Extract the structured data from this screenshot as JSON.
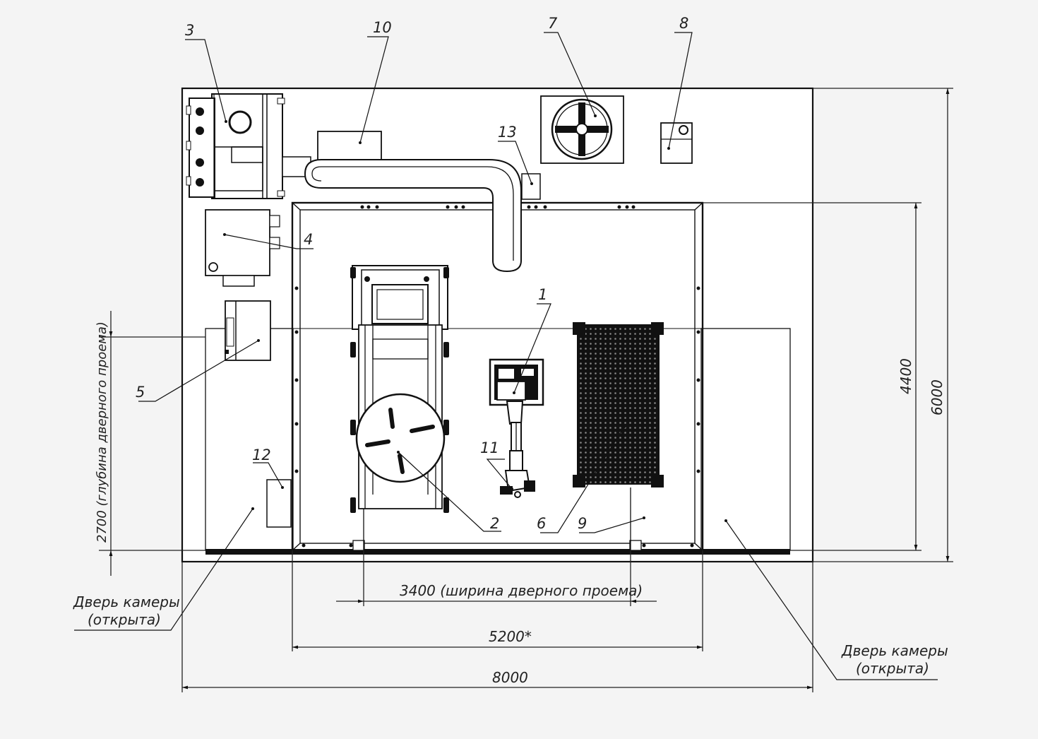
{
  "labels": {
    "n1": "1",
    "n2": "2",
    "n3": "3",
    "n4": "4",
    "n5": "5",
    "n6": "6",
    "n7": "7",
    "n8": "8",
    "n9": "9",
    "n10": "10",
    "n11": "11",
    "n12": "12",
    "n13": "13"
  },
  "dimensions": {
    "door_width": "3400 (ширина дверного проема)",
    "inner_width": "5200*",
    "total_width": "8000",
    "inner_depth": "4400",
    "total_depth": "6000",
    "door_depth": "2700 (глубина дверного проема)"
  },
  "doors": {
    "left_line1": "Дверь камеры",
    "left_line2": "(открыта)",
    "right_line1": "Дверь камеры",
    "right_line2": "(открыта)"
  },
  "colors": {
    "line": "#111111",
    "background": "#f4f4f4",
    "fill": "#ffffff"
  }
}
